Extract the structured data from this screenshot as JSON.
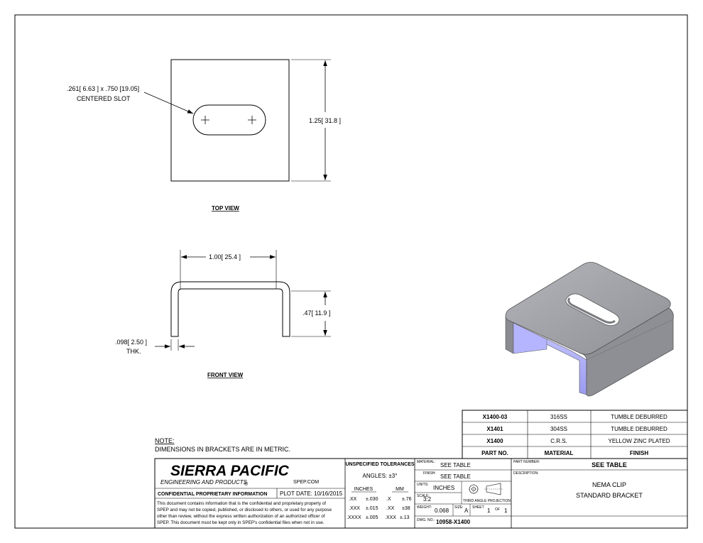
{
  "drawing": {
    "top_view": {
      "title": "TOP VIEW",
      "slot_label_1": ".261[ 6.63 ] x .750 [19.05]",
      "slot_label_2": "CENTERED SLOT",
      "height_dim": "1.25[ 31.8 ]"
    },
    "front_view": {
      "title": "FRONT VIEW",
      "width_dim": "1.00[ 25.4 ]",
      "height_dim": ".47[ 11.9 ]",
      "thickness_dim_1": ".098[ 2.50 ]",
      "thickness_dim_2": "THK."
    },
    "note": {
      "heading": "NOTE:",
      "text": "DIMENSIONS IN BRACKETS ARE IN METRIC."
    },
    "colors": {
      "iso_top": "#9e9fa6",
      "iso_front": "#a9a9ff",
      "iso_edge": "#7b7c82"
    }
  },
  "part_table": {
    "rows": [
      {
        "part": "X1400-03",
        "material": "316SS",
        "finish": "TUMBLE DEBURRED"
      },
      {
        "part": "X1401",
        "material": "304SS",
        "finish": "TUMBLE DEBURRED"
      },
      {
        "part": "X1400",
        "material": "C.R.S.",
        "finish": "YELLOW ZINC PLATED"
      }
    ],
    "header": {
      "part": "PART NO.",
      "material": "MATERIAL",
      "finish": "FINISH"
    }
  },
  "title_block": {
    "company": "SIERRA PACIFIC",
    "company_sub": "ENGINEERING AND PRODUCTS",
    "registered": "®",
    "website": "SPEP.COM",
    "confidential_title": "CONFIDENTIAL PROPRIETARY INFORMATION",
    "plot_date": "PLOT DATE: 10/16/2015",
    "confidential_lines": [
      "This document contains information that is the confidential and proprietary property of",
      "SPEP and may not be copied, published, or disclosed to others, or used for any purpose",
      "other than review, without the express written authorization of an authorized officer of",
      "SPEP. This document must be kept only in SPEP's confidential files when not in use."
    ],
    "tolerances": {
      "title": "UNSPECIFIED TOLERANCES",
      "angles": "ANGLES: ±3°",
      "inches_hdr": "INCHES",
      "mm_hdr": "MM",
      "rows": [
        {
          "in_key": ".XX",
          "in_val": "±.030",
          "mm_key": ".X",
          "mm_val": "±.76"
        },
        {
          "in_key": ".XXX",
          "in_val": "±.015",
          "mm_key": ".XX",
          "mm_val": "±38"
        },
        {
          "in_key": ".XXXX",
          "in_val": "±.005",
          "mm_key": ".XXX",
          "mm_val": "±.13"
        }
      ]
    },
    "material_label": "MATERIAL:",
    "material_value": "SEE TABLE",
    "finish_label": "FINISH:",
    "finish_value": "SEE TABLE",
    "units_label": "UNITS:",
    "units_value": "INCHES",
    "scale_label": "SCALE:",
    "scale_value": "3:2",
    "projection_label": "THIRD ANGLE PROJECTION",
    "weight_label": "WEIGHT:",
    "weight_value": "0.068",
    "size_label": "SIZE:",
    "size_value": "A",
    "sheet_label": "SHEET",
    "sheet_value": "1",
    "of_label": "OF",
    "of_value": "1",
    "dwg_label": "DWG. NO.:",
    "dwg_value": "10958-X1400",
    "part_number_label": "PART NUMBER:",
    "part_number_value": "SEE TABLE",
    "description_label": "DESCRIPTION:",
    "description_line1": "NEMA CLIP",
    "description_line2": "STANDARD BRACKET"
  }
}
